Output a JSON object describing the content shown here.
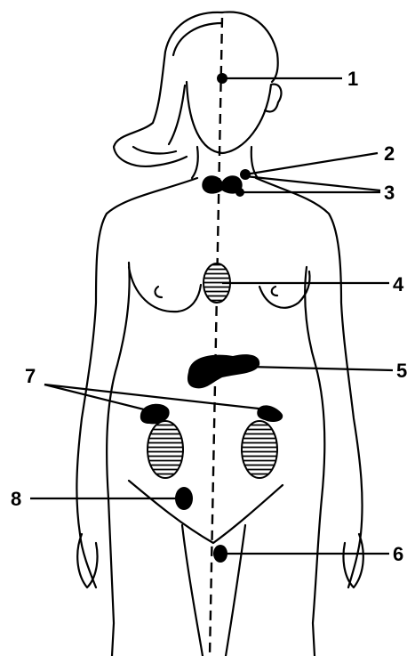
{
  "labels": [
    "1",
    "2",
    "3",
    "4",
    "5",
    "6",
    "7",
    "8"
  ],
  "colors": {
    "ink": "#000000",
    "paper": "#ffffff"
  }
}
